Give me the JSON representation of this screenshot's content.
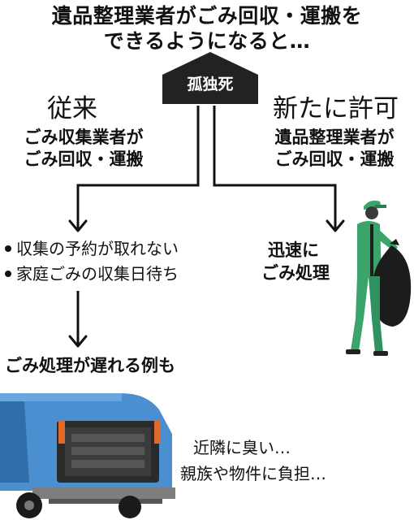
{
  "title": {
    "line1": "遺品整理業者がごみ回収・運搬を",
    "line2": "できるようになると…"
  },
  "center_label": "孤独死",
  "left": {
    "heading": "従来",
    "sub_line1": "ごみ収集業者が",
    "sub_line2": "ごみ回収・運搬",
    "items": [
      "収集の予約が取れない",
      "家庭ごみの収集日待ち"
    ],
    "result": "ごみ処理が遅れる例も"
  },
  "right": {
    "heading": "新たに許可",
    "sub_line1": "遺品整理業者が",
    "sub_line2": "ごみ回収・運搬",
    "result_line1": "迅速に",
    "result_line2": "ごみ処理"
  },
  "consequences": [
    "近隣に臭い…",
    "親族や物件に負担…"
  ],
  "colors": {
    "house": "#222222",
    "truck_blue": "#4a8fd0",
    "truck_dark": "#2f6ea8",
    "worker_green": "#3aa46b",
    "bag": "#1c1c1c"
  },
  "icons": [
    "house-shape",
    "arrow-down",
    "garbage-truck",
    "worker-with-bag"
  ]
}
